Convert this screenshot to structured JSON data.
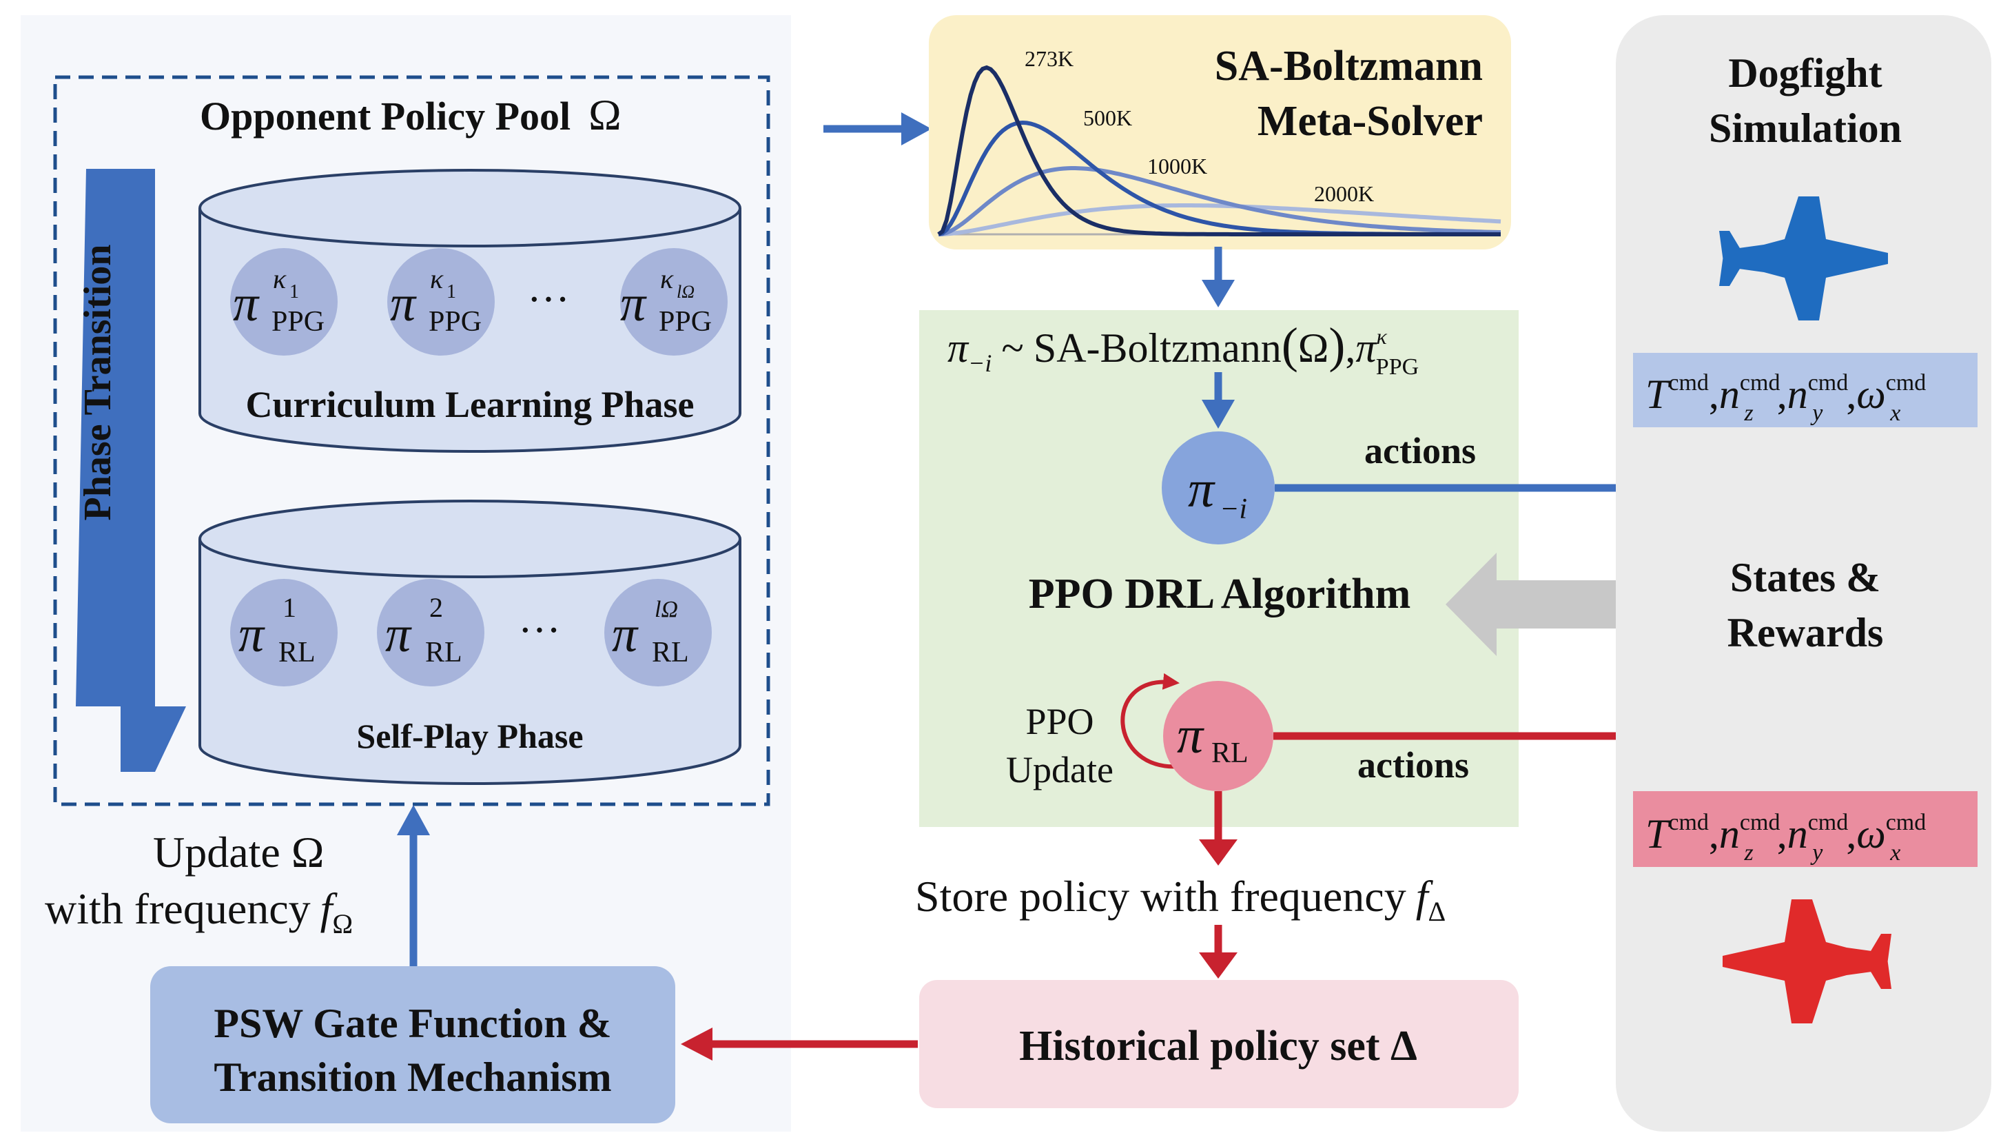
{
  "pool": {
    "title": "Opponent Policy Pool",
    "omega": "Ω",
    "phase_transition": "Phase Transition",
    "curriculum": {
      "label": "Curriculum Learning Phase",
      "policies": [
        {
          "base": "π",
          "sup": "κ",
          "supsub": "1",
          "sub": "PPG"
        },
        {
          "base": "π",
          "sup": "κ",
          "supsub": "1",
          "sub": "PPG"
        },
        {
          "base": "π",
          "sup": "κ",
          "supsub": "lΩ",
          "sub": "PPG"
        }
      ],
      "ellipsis": "···"
    },
    "selfplay": {
      "label": "Self-Play Phase",
      "policies": [
        {
          "base": "π",
          "sup": "1",
          "sub": "RL"
        },
        {
          "base": "π",
          "sup": "2",
          "sub": "RL"
        },
        {
          "base": "π",
          "sup": "lΩ",
          "sub": "RL"
        }
      ],
      "ellipsis": "···"
    }
  },
  "update": {
    "line1": "Update Ω",
    "line2": "with frequency",
    "freq": "f",
    "freq_sub": "Ω"
  },
  "psw": {
    "line1": "PSW Gate Function &",
    "line2": "Transition Mechanism"
  },
  "meta_solver": {
    "line1": "SA-Boltzmann",
    "line2": "Meta-Solver",
    "curve_labels": [
      "273K",
      "500K",
      "1000K",
      "2000K"
    ]
  },
  "sampling": {
    "lhs_base": "π",
    "lhs_sub": "−i",
    "tilde": "~",
    "rhs": "SA-Boltzmann",
    "arg": "Ω",
    "comma": ",",
    "ppg_base": "π",
    "ppg_sup": "κ",
    "ppg_sub": "PPG"
  },
  "nodes": {
    "opponent": {
      "base": "π",
      "sub": "−i"
    },
    "rl": {
      "base": "π",
      "sub": "RL"
    }
  },
  "ppo": {
    "title": "PPO DRL Algorithm",
    "update_line1": "PPO",
    "update_line2": "Update",
    "actions_top": "actions",
    "actions_bottom": "actions"
  },
  "store": {
    "text": "Store policy with frequency",
    "freq": "f",
    "freq_sub": "Δ"
  },
  "historical": {
    "text": "Historical policy set Δ"
  },
  "sim": {
    "line1": "Dogfight",
    "line2": "Simulation",
    "states_line1": "States &",
    "states_line2": "Rewards",
    "cmd": {
      "T": "T",
      "n": "n",
      "omega": "ω",
      "sup": "cmd",
      "sub_z": "z",
      "sub_y": "y",
      "sub_x": "x",
      "comma": ","
    }
  },
  "colors": {
    "blue_arrow": "#3f6fbe",
    "red_arrow": "#c8222f",
    "gray_arrow": "#c8c8c8",
    "left_panel": "#f5f7fb",
    "pool_border": "#1e4e8c",
    "cylinder_fill": "#d7e0f2",
    "cylinder_stroke": "#2a3f66",
    "policy_circle": "#a7b4db",
    "meta_solver_bg": "#fbf0c8",
    "ppo_bg": "#e3efd9",
    "historical_bg": "#f7dde3",
    "psw_bg": "#a8bde3",
    "sim_bg": "#ebebeb",
    "opp_node": "#86a4dc",
    "rl_node": "#ea8d9f",
    "cmd_blue_bg": "#b4c6e8",
    "cmd_red_bg": "#ea8d9f",
    "jet_blue": "#1f6cc0",
    "jet_red": "#e02a2a"
  }
}
